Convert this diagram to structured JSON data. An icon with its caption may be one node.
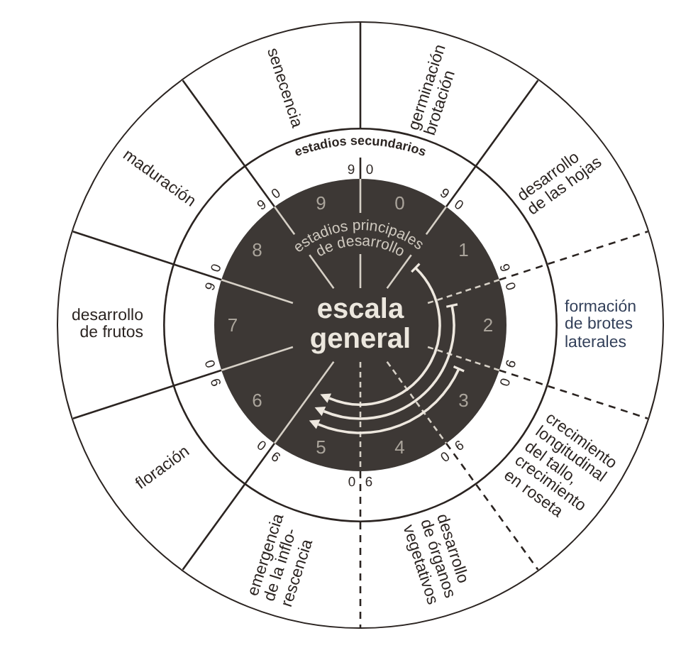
{
  "diagram": {
    "nodes": [
      {
        "text": [
          "germinación brotación"
        ]
      },
      {
        "text": [
          "desarrollo de las hojas"
        ]
      },
      {
        "text": [
          "formación de brotes laterales"
        ]
      },
      {
        "text": [
          "crecimiento longitudinal del tallo, crecimiento en roseta"
        ]
      },
      {
        "text": [
          "desarrollo de órganos vegetativos"
        ]
      },
      {
        "text": [
          "emergencia de la inflo- rescencia"
        ]
      },
      {
        "text": [
          "floración"
        ]
      },
      {
        "text": [
          "desarrollo de frutos"
        ]
      },
      {
        "text": [
          "maduración"
        ]
      },
      {
        "text": [
          "senecencia"
        ]
      },
      {
        "text": [
          "estadios secundarios"
        ]
      },
      {
        "text": [
          "estadios principales de desarrollo",
          "escala general"
        ],
        "in": 10
      }
    ],
    "labels": [
      "9",
      "0",
      "9",
      "0",
      "9",
      "0",
      "9",
      "0",
      "9",
      "0",
      "9",
      "0",
      "9",
      "0",
      "9",
      "0",
      "9",
      "0",
      "9",
      "0",
      "0",
      "1",
      "2",
      "3",
      "4",
      "5",
      "6",
      "7",
      "8",
      "9"
    ]
  }
}
